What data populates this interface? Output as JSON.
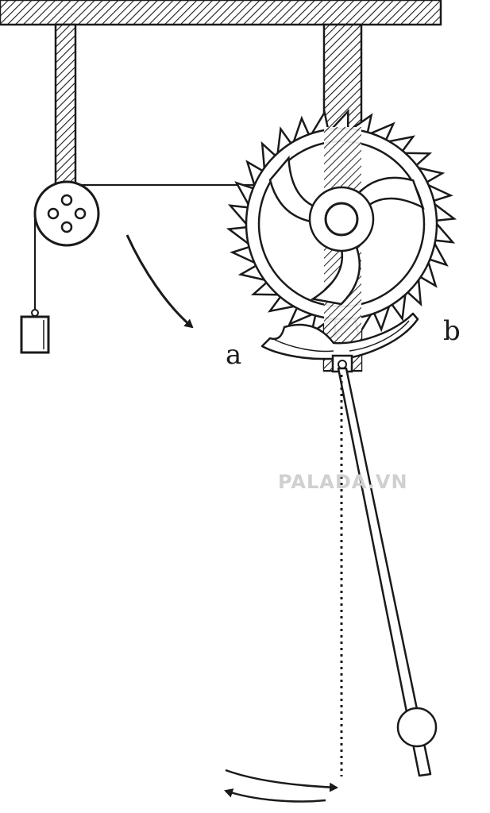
{
  "labels": {
    "a": "a",
    "b": "b"
  },
  "watermark": "PALADA.VN",
  "escape_wheel": {
    "teeth": 30,
    "spokes": 3
  },
  "pulley": {
    "holes": 4
  },
  "colors": {
    "ink": "#1a1a1a",
    "background": "#ffffff",
    "watermark": "#d0d0d0"
  },
  "icons": {
    "pulley": "pulley-icon",
    "weight": "weight-icon",
    "arrow": "curved-arrow-icon"
  }
}
